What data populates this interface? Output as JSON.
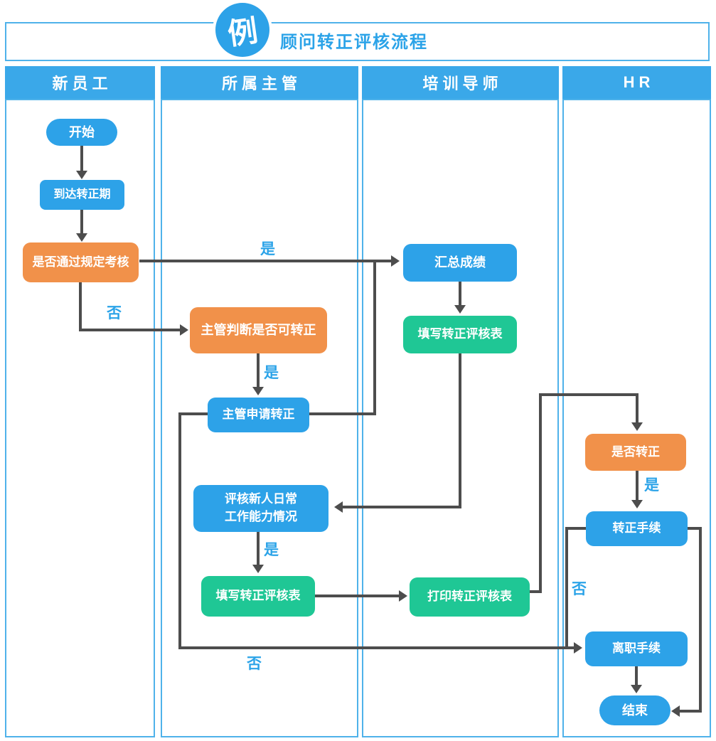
{
  "title": {
    "badge": "例",
    "text": "顾问转正评核流程"
  },
  "lanes": [
    {
      "label": "新员工"
    },
    {
      "label": "所属主管"
    },
    {
      "label": "培训导师"
    },
    {
      "label": "HR"
    }
  ],
  "nodes": {
    "start": {
      "label": "开始",
      "type": "terminal",
      "lane": "新员工"
    },
    "reach_period": {
      "label": "到达转正期",
      "type": "process",
      "lane": "新员工"
    },
    "pass_exam": {
      "label": "是否通过规定考核",
      "type": "decision",
      "lane": "新员工"
    },
    "supervisor_judge": {
      "label": "主管判断是否可转正",
      "type": "decision",
      "lane": "所属主管"
    },
    "supervisor_apply": {
      "label": "主管申请转正",
      "type": "process",
      "lane": "所属主管"
    },
    "evaluate_daily": {
      "label": "评核新人日常\n工作能力情况",
      "type": "process",
      "lane": "所属主管"
    },
    "fill_form_supervisor": {
      "label": "填写转正评核表",
      "type": "process",
      "lane": "所属主管"
    },
    "summarize": {
      "label": "汇总成绩",
      "type": "process",
      "lane": "培训导师"
    },
    "fill_form_mentor": {
      "label": "填写转正评核表",
      "type": "process",
      "lane": "培训导师"
    },
    "print_form": {
      "label": "打印转正评核表",
      "type": "process",
      "lane": "培训导师"
    },
    "confirm": {
      "label": "是否转正",
      "type": "decision",
      "lane": "HR"
    },
    "regular_procedure": {
      "label": "转正手续",
      "type": "process",
      "lane": "HR"
    },
    "resign_procedure": {
      "label": "离职手续",
      "type": "process",
      "lane": "HR"
    },
    "end": {
      "label": "结束",
      "type": "terminal",
      "lane": "HR"
    }
  },
  "edges": [
    {
      "from": "开始",
      "to": "到达转正期"
    },
    {
      "from": "到达转正期",
      "to": "是否通过规定考核"
    },
    {
      "from": "是否通过规定考核",
      "to": "汇总成绩",
      "label": "是"
    },
    {
      "from": "是否通过规定考核",
      "to": "主管判断是否可转正",
      "label": "否"
    },
    {
      "from": "主管判断是否可转正",
      "to": "主管申请转正",
      "label": "是"
    },
    {
      "from": "主管申请转正",
      "to": "汇总成绩"
    },
    {
      "from": "主管申请转正",
      "to": "离职手续",
      "label": "否"
    },
    {
      "from": "汇总成绩",
      "to": "填写转正评核表(培训导师)"
    },
    {
      "from": "填写转正评核表(培训导师)",
      "to": "评核新人日常工作能力情况"
    },
    {
      "from": "评核新人日常工作能力情况",
      "to": "填写转正评核表(所属主管)",
      "label": "是"
    },
    {
      "from": "填写转正评核表(所属主管)",
      "to": "打印转正评核表"
    },
    {
      "from": "打印转正评核表",
      "to": "是否转正"
    },
    {
      "from": "是否转正",
      "to": "转正手续",
      "label": "是"
    },
    {
      "from": "转正手续",
      "to": "离职手续",
      "label": "否"
    },
    {
      "from": "转正手续",
      "to": "结束"
    },
    {
      "from": "离职手续",
      "to": "结束"
    }
  ],
  "colors": {
    "blue": "#2DA2E8",
    "green": "#1FC795",
    "orange": "#F1914A",
    "line": "#4D4D4D",
    "label": "#2BA3E8",
    "border": "#4FB2EA",
    "header": "#3AA8E9"
  }
}
